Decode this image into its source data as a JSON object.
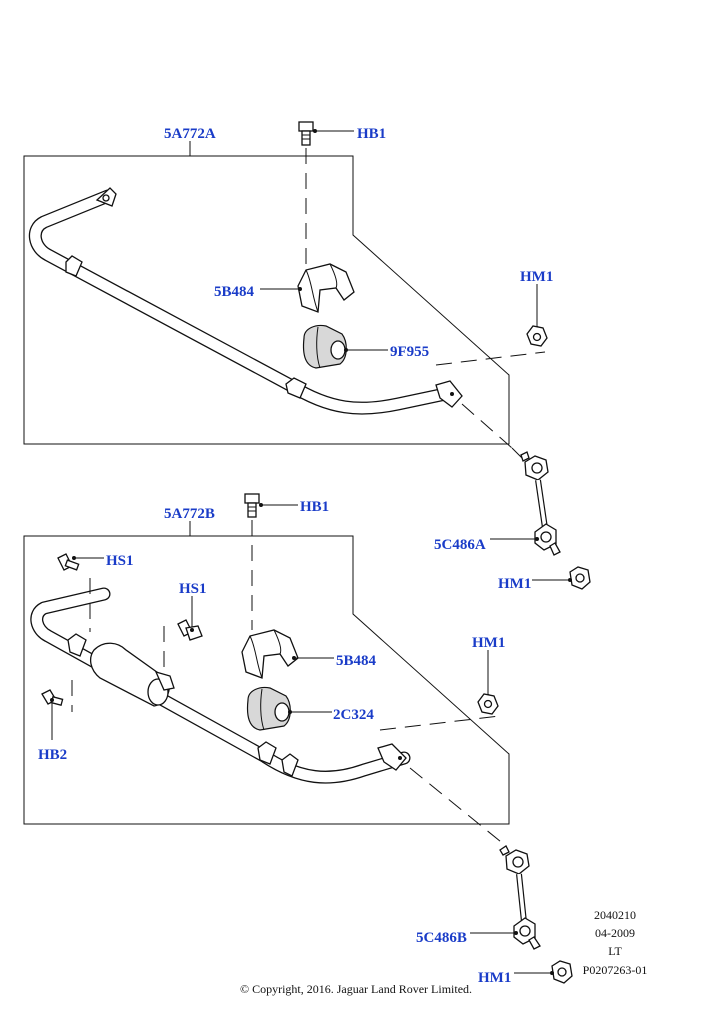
{
  "upper_assembly": {
    "bar_label": "5A772A",
    "bolt_label": "HB1",
    "bracket_label": "5B484",
    "bush_label": "9F955",
    "nut_label": "HM1",
    "link_label": "5C486A",
    "link_nut_label": "HM1"
  },
  "lower_assembly": {
    "bar_label": "5A772B",
    "bolt_label": "HB1",
    "screw_left_label": "HS1",
    "screw_mid_label": "HS1",
    "bolt_hb2_label": "HB2",
    "bracket_label": "5B484",
    "bush_label": "2C324",
    "nut_label": "HM1",
    "link_label": "5C486B",
    "link_nut_label": "HM1"
  },
  "reference": {
    "line1": "2040210",
    "line2": "04-2009",
    "line3": "LT",
    "line4": "P0207263-01"
  },
  "copyright": "© Copyright, 2016. Jaguar Land Rover Limited."
}
